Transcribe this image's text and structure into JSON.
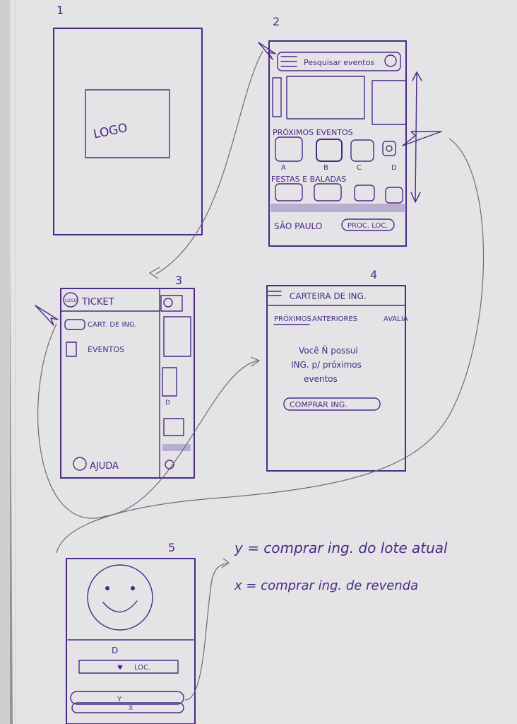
{
  "sketch": {
    "frame1": {
      "number": "1",
      "logo": "LOGO"
    },
    "frame2": {
      "number": "2",
      "search": "Pesquisar eventos",
      "section1": "PRÓXIMOS EVENTOS",
      "labels": [
        "A",
        "B",
        "C",
        "D"
      ],
      "section2": "FESTAS E BALADAS",
      "city": "SÃO PAULO",
      "loc_button": "PROC. LOC."
    },
    "frame3": {
      "number": "3",
      "logo_small": "LOGO",
      "title": "TICKET",
      "menu_wallet": "CART. DE ING.",
      "menu_events": "EVENTOS",
      "side_label": "D",
      "help": "AJUDA"
    },
    "frame4": {
      "number": "4",
      "title": "CARTEIRA DE ING.",
      "tabs": [
        "PRÓXIMOS",
        "ANTERIORES",
        "AVALIA"
      ],
      "empty_line1": "Você Ñ possui",
      "empty_line2": "ING. p/ próximos",
      "empty_line3": "eventos",
      "buy_button": "COMPRAR ING."
    },
    "frame5": {
      "number": "5",
      "label": "D",
      "loc": "LOC.",
      "y_mark": "Y",
      "x_mark": "X"
    },
    "notes": {
      "y_note": "y = comprar ing. do lote atual",
      "x_note": "x = comprar ing. de revenda"
    }
  }
}
